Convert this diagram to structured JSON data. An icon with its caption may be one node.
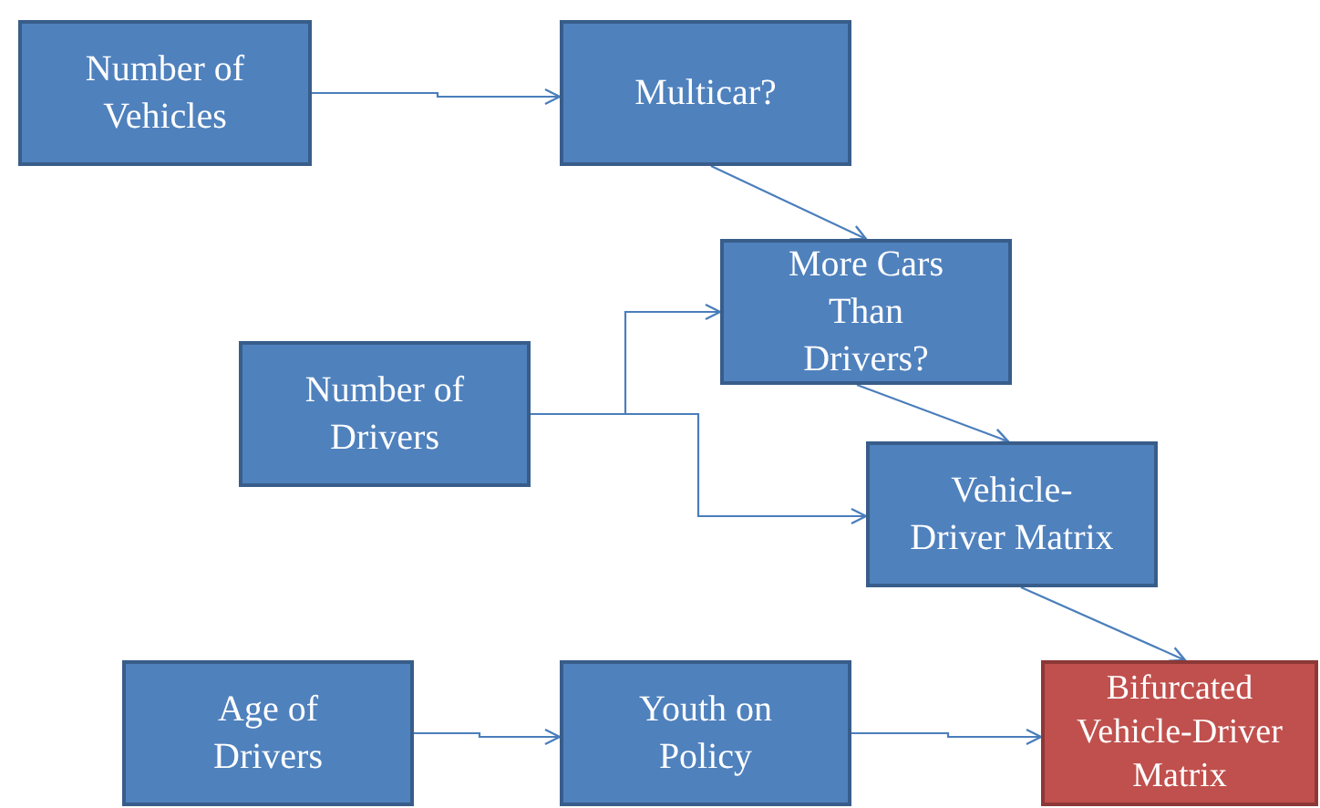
{
  "diagram": {
    "nodes": [
      {
        "text": [
          "Number of Vehicles"
        ]
      },
      {
        "text": [
          "Multicar?"
        ]
      },
      {
        "text": [
          "More Cars Than Drivers?"
        ]
      },
      {
        "text": [
          "Number of Drivers"
        ]
      },
      {
        "text": [
          "Vehicle-Driver Matrix"
        ]
      },
      {
        "text": [
          "Age of Drivers"
        ]
      },
      {
        "text": [
          "Youth on Policy"
        ]
      },
      {
        "text": [
          "Bifurcated Vehicle-Driver Matrix"
        ]
      }
    ],
    "edges": [
      {
        "from": 0,
        "to": 1,
        "arrow": "to"
      },
      {
        "from": 1,
        "to": 2,
        "arrow": "to"
      },
      {
        "from": 3,
        "to": 2,
        "arrow": "to"
      },
      {
        "from": 3,
        "to": 4,
        "arrow": "to"
      },
      {
        "from": 2,
        "to": 4,
        "arrow": "to"
      },
      {
        "from": 4,
        "to": 7,
        "arrow": "to"
      },
      {
        "from": 5,
        "to": 6,
        "arrow": "to"
      },
      {
        "from": 6,
        "to": 7,
        "arrow": "to"
      }
    ]
  }
}
